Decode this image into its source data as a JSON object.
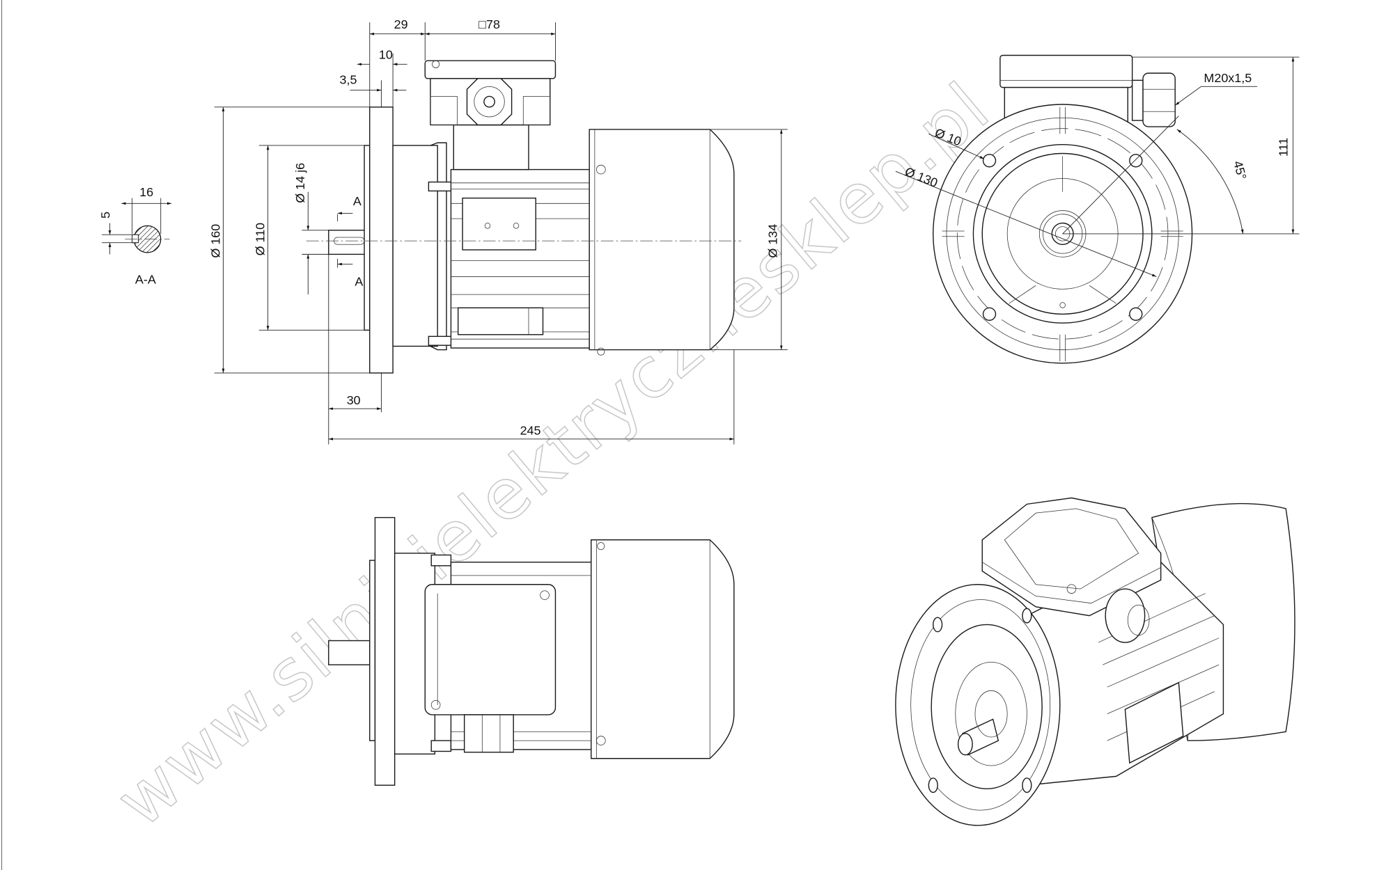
{
  "watermark": "www.silnikielektrycznesklep.pl",
  "section": {
    "label": "A-A",
    "dim_width": "16",
    "dim_key": "5"
  },
  "side_view": {
    "dim_29": "29",
    "dim_box": "□78",
    "dim_10": "10",
    "dim_3_5": "3,5",
    "dim_flange": "Ø 160",
    "dim_spigot": "Ø 110",
    "dim_shaft": "Ø 14 j6",
    "dim_cover": "Ø 134",
    "dim_shaft_len": "30",
    "dim_total": "245",
    "cut_mark_top": "A",
    "cut_mark_bottom": "A"
  },
  "end_view": {
    "dim_hole": "Ø 10",
    "dim_pcd": "Ø 130",
    "dim_gland": "M20x1,5",
    "dim_angle": "45°",
    "dim_height": "111"
  }
}
